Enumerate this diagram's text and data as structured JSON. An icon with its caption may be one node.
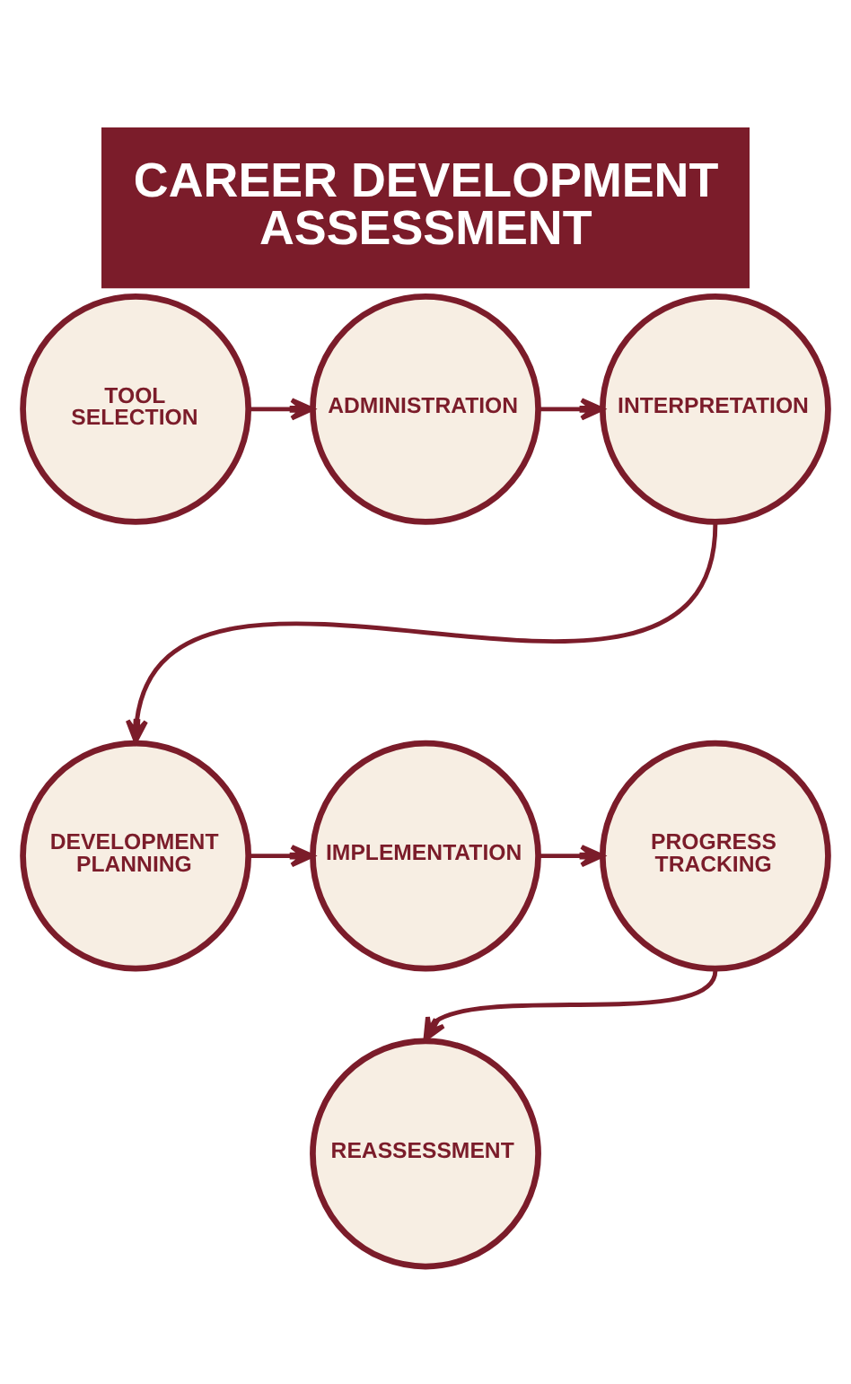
{
  "diagram": {
    "title": "CAREER DEVELOPMENT ASSESSMENT",
    "nodes": [
      {
        "text": [
          "TOOL SELECTION"
        ]
      },
      {
        "text": [
          "ADMINISTRATION"
        ]
      },
      {
        "text": [
          "INTERPRETATION"
        ]
      },
      {
        "text": [
          "DEVELOPMENT PLANNING"
        ]
      },
      {
        "text": [
          "IMPLEMENTATION"
        ]
      },
      {
        "text": [
          "PROGRESS TRACKING"
        ]
      },
      {
        "text": [
          "REASSESSMENT"
        ]
      }
    ],
    "edges": [
      {
        "from": 0,
        "to": 1,
        "arrow": "to"
      },
      {
        "from": 1,
        "to": 2,
        "arrow": "to"
      },
      {
        "from": 2,
        "to": 3,
        "arrow": "to"
      },
      {
        "from": 3,
        "to": 4,
        "arrow": "to"
      },
      {
        "from": 4,
        "to": 5,
        "arrow": "to"
      },
      {
        "from": 5,
        "to": 6,
        "arrow": "to"
      }
    ]
  }
}
